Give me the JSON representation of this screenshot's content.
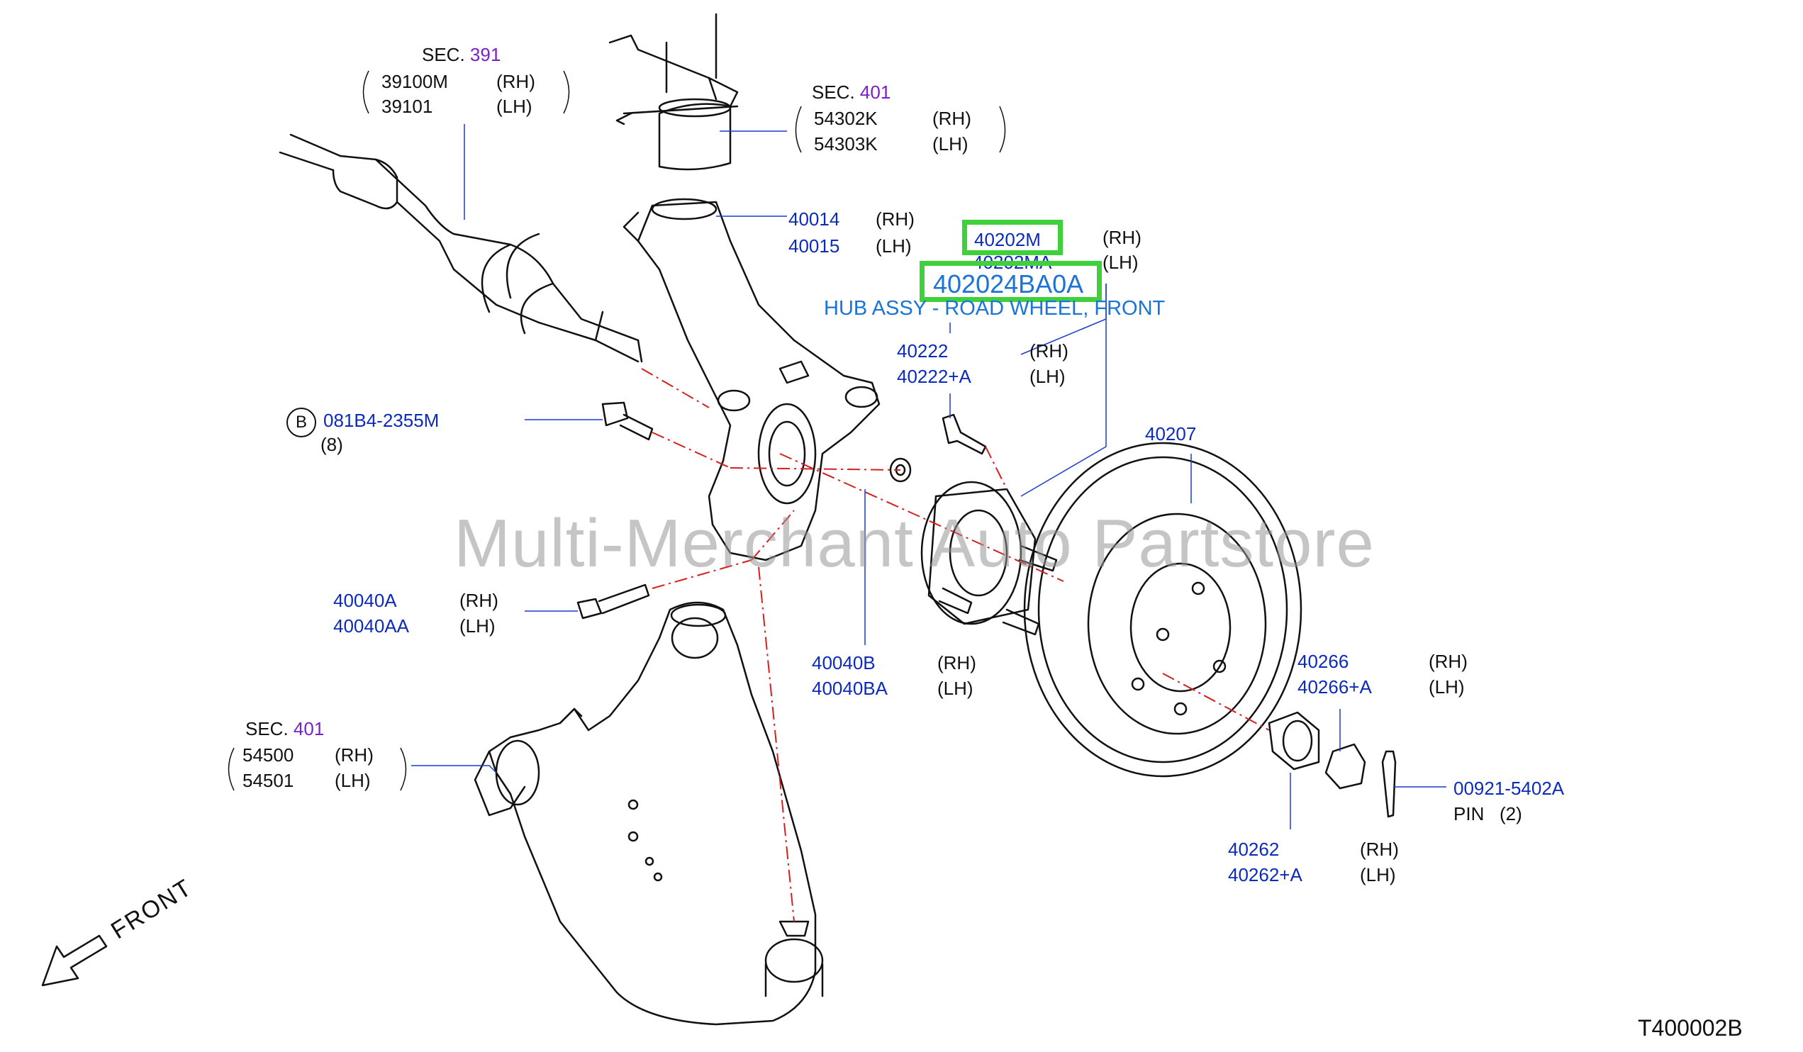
{
  "watermark": "Multi-Merchant Auto Partstore",
  "diagram_code": "T400002B",
  "front_label": "FRONT",
  "sec_391": {
    "sec": "SEC.",
    "num": "391",
    "rh_part": "39100M",
    "lh_part": "39101",
    "rh": "(RH)",
    "lh": "(LH)"
  },
  "sec_401_strut": {
    "sec": "SEC.",
    "num": "401",
    "rh_part": "54302K",
    "lh_part": "54303K",
    "rh": "(RH)",
    "lh": "(LH)"
  },
  "sec_401_arm": {
    "sec": "SEC.",
    "num": "401",
    "rh_part": "54500",
    "lh_part": "54501",
    "rh": "(RH)",
    "lh": "(LH)"
  },
  "knuckle": {
    "rh_part": "40014",
    "lh_part": "40015",
    "rh": "(RH)",
    "lh": "(LH)"
  },
  "hub": {
    "rh_part": "40202M",
    "lh_part": "40202MA",
    "rh": "(RH)",
    "lh": "(LH)",
    "highlight": "402024BA0A",
    "description": "HUB ASSY - ROAD WHEEL, FRONT"
  },
  "stud": {
    "rh_part": "40222",
    "lh_part": "40222+A",
    "rh": "(RH)",
    "lh": "(LH)"
  },
  "bolt_b": {
    "badge": "B",
    "part": "081B4-2355M",
    "qty": "(8)"
  },
  "rotor": {
    "part": "40207"
  },
  "bolt_40040a": {
    "rh_part": "40040A",
    "lh_part": "40040AA",
    "rh": "(RH)",
    "lh": "(LH)"
  },
  "nut_40040b": {
    "rh_part": "40040B",
    "lh_part": "40040BA",
    "rh": "(RH)",
    "lh": "(LH)"
  },
  "cap_40266": {
    "rh_part": "40266",
    "lh_part": "40266+A",
    "rh": "(RH)",
    "lh": "(LH)"
  },
  "nut_40262": {
    "rh_part": "40262",
    "lh_part": "40262+A",
    "rh": "(RH)",
    "lh": "(LH)"
  },
  "pin": {
    "part": "00921-5402A",
    "label": "PIN",
    "qty": "(2)"
  },
  "colors": {
    "part_blue": "#0c2bbd",
    "sec_purple": "#7b1fc8",
    "hub_blue": "#1a74d8",
    "highlight_green": "#3fd13c",
    "leader_red": "#d61f1f"
  }
}
